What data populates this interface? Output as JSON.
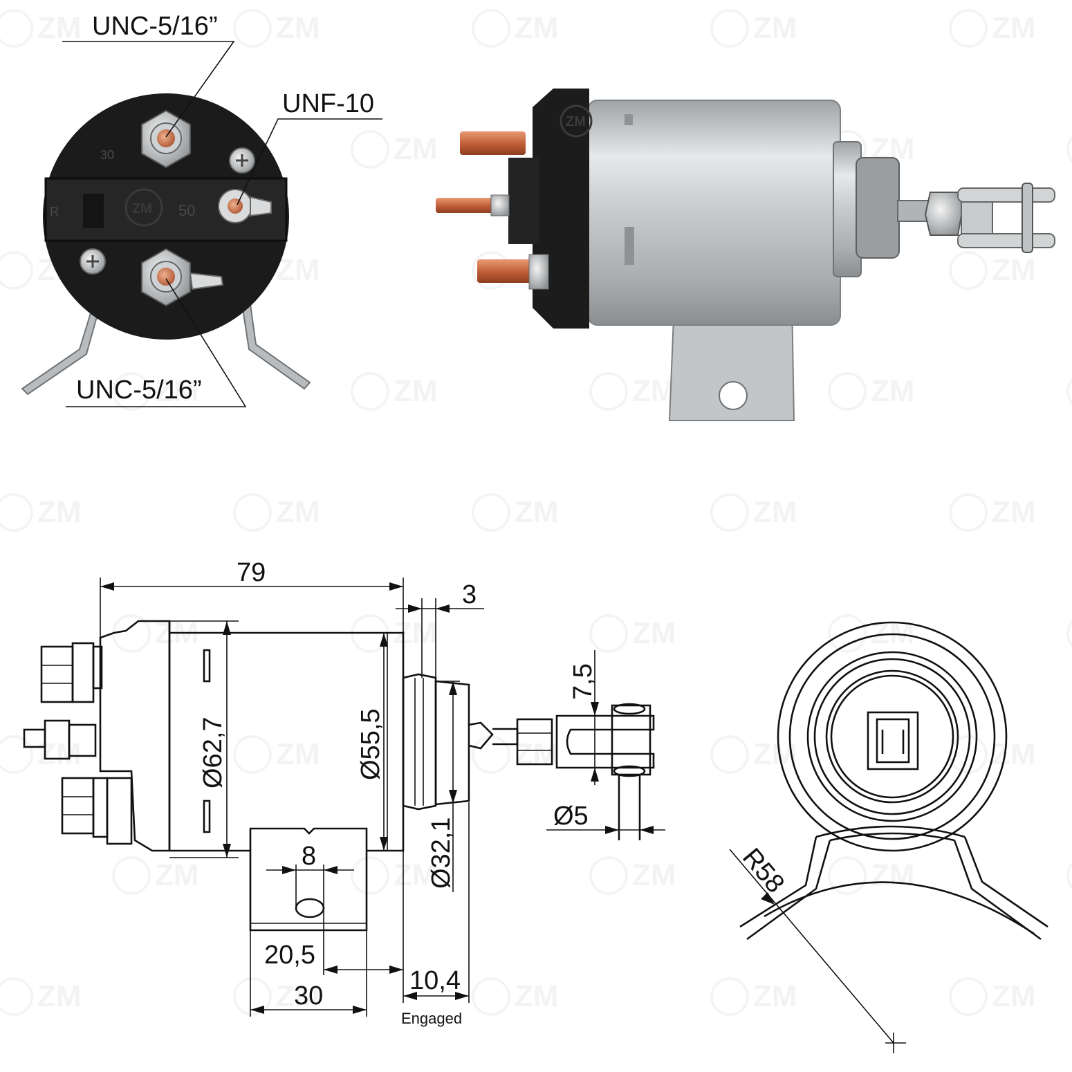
{
  "watermark": {
    "text": "ZM"
  },
  "end_view_photo": {
    "terminal_top_label": "UNC-5/16”",
    "terminal_side_label": "UNF-10",
    "terminal_bottom_label": "UNC-5/16”",
    "housing_marks": [
      "30",
      "50",
      "R"
    ],
    "logo_text": "ZM"
  },
  "side_view_photo": {
    "logo_text": "ZM"
  },
  "dimensions": {
    "overall_length": "79",
    "plunger_offset": "3",
    "body_diameter": "Ø62,7",
    "can_diameter": "Ø55,5",
    "boss_diameter": "Ø32,1",
    "clevis_gap": "7,5",
    "pin_diameter": "Ø5",
    "hole_width": "8",
    "hole_position": "20,5",
    "bracket_width": "30",
    "engaged_travel": "10,4",
    "engaged_note": "Engaged",
    "bracket_radius": "R58"
  },
  "colors": {
    "line": "#111111",
    "steel": "#c9ccce",
    "copper": "#c46a45",
    "black_body": "#1a1a1a"
  }
}
